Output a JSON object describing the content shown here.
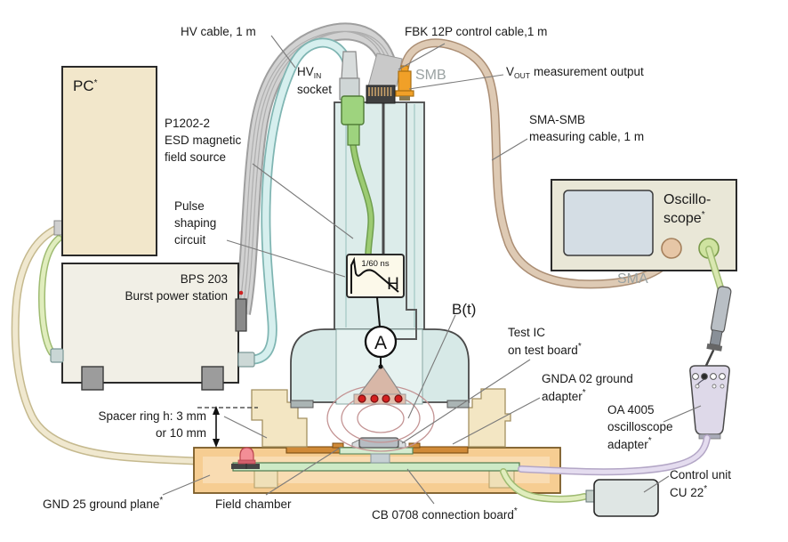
{
  "figure": {
    "cables": {
      "hv": "HV cable, 1 m",
      "fbk": "FBK 12P control cable,1 m",
      "sma_smb_line1": "SMA-SMB",
      "sma_smb_line2": "measuring cable, 1 m"
    },
    "connectors": {
      "smb": "SMB",
      "sma": "SMA",
      "hvin_main": "HV",
      "hvin_sub": "IN",
      "hvin_line2": "socket",
      "vout_main": "V",
      "vout_sub": "OUT",
      "vout_rest": "measurement output"
    },
    "devices": {
      "pc": "PC",
      "pc_sup": "*",
      "bps_line1": "BPS 203",
      "bps_line2": "Burst power station",
      "source_line1": "P1202-2",
      "source_line2": "ESD magnetic",
      "source_line3": "field source",
      "pulse_line1": "Pulse",
      "pulse_line2": "shaping",
      "pulse_line3": "circuit",
      "osc_line1": "Oscillo-",
      "osc_line2": "scope",
      "osc_sup": "*",
      "oa_line1": "OA 4005",
      "oa_line2": "oscilloscope",
      "oa_line3": "adapter",
      "oa_sup": "*",
      "cu_line1": "Control unit",
      "cu_line2": "CU 22",
      "cu_sup": "*"
    },
    "dut": {
      "bt": "B(t)",
      "test_ic_line1": "Test IC",
      "test_ic_line2": "on test board",
      "test_ic_sup": "*",
      "gnda_line1": "GNDA 02 ground",
      "gnda_line2": "adapter",
      "gnda_sup": "*",
      "spacer_line1": "Spacer ring h:  3 mm",
      "spacer_line2": "or 10 mm",
      "gnd25": "GND 25 ground plane",
      "gnd25_sup": "*",
      "field_chamber": "Field chamber",
      "cb0708": "CB 0708 connection board",
      "cb0708_sup": "*"
    },
    "symbols": {
      "ammeter": "A",
      "pulse_time": "1/60 ns",
      "pulse_h": "H"
    },
    "colors": {
      "accent_orange": "#f0a028",
      "device_body": "#dcecea",
      "ground_plane": "#f6cd92",
      "board_green": "#cdeac6",
      "led_red": "#f38e96",
      "coil_red": "#d42020"
    }
  }
}
